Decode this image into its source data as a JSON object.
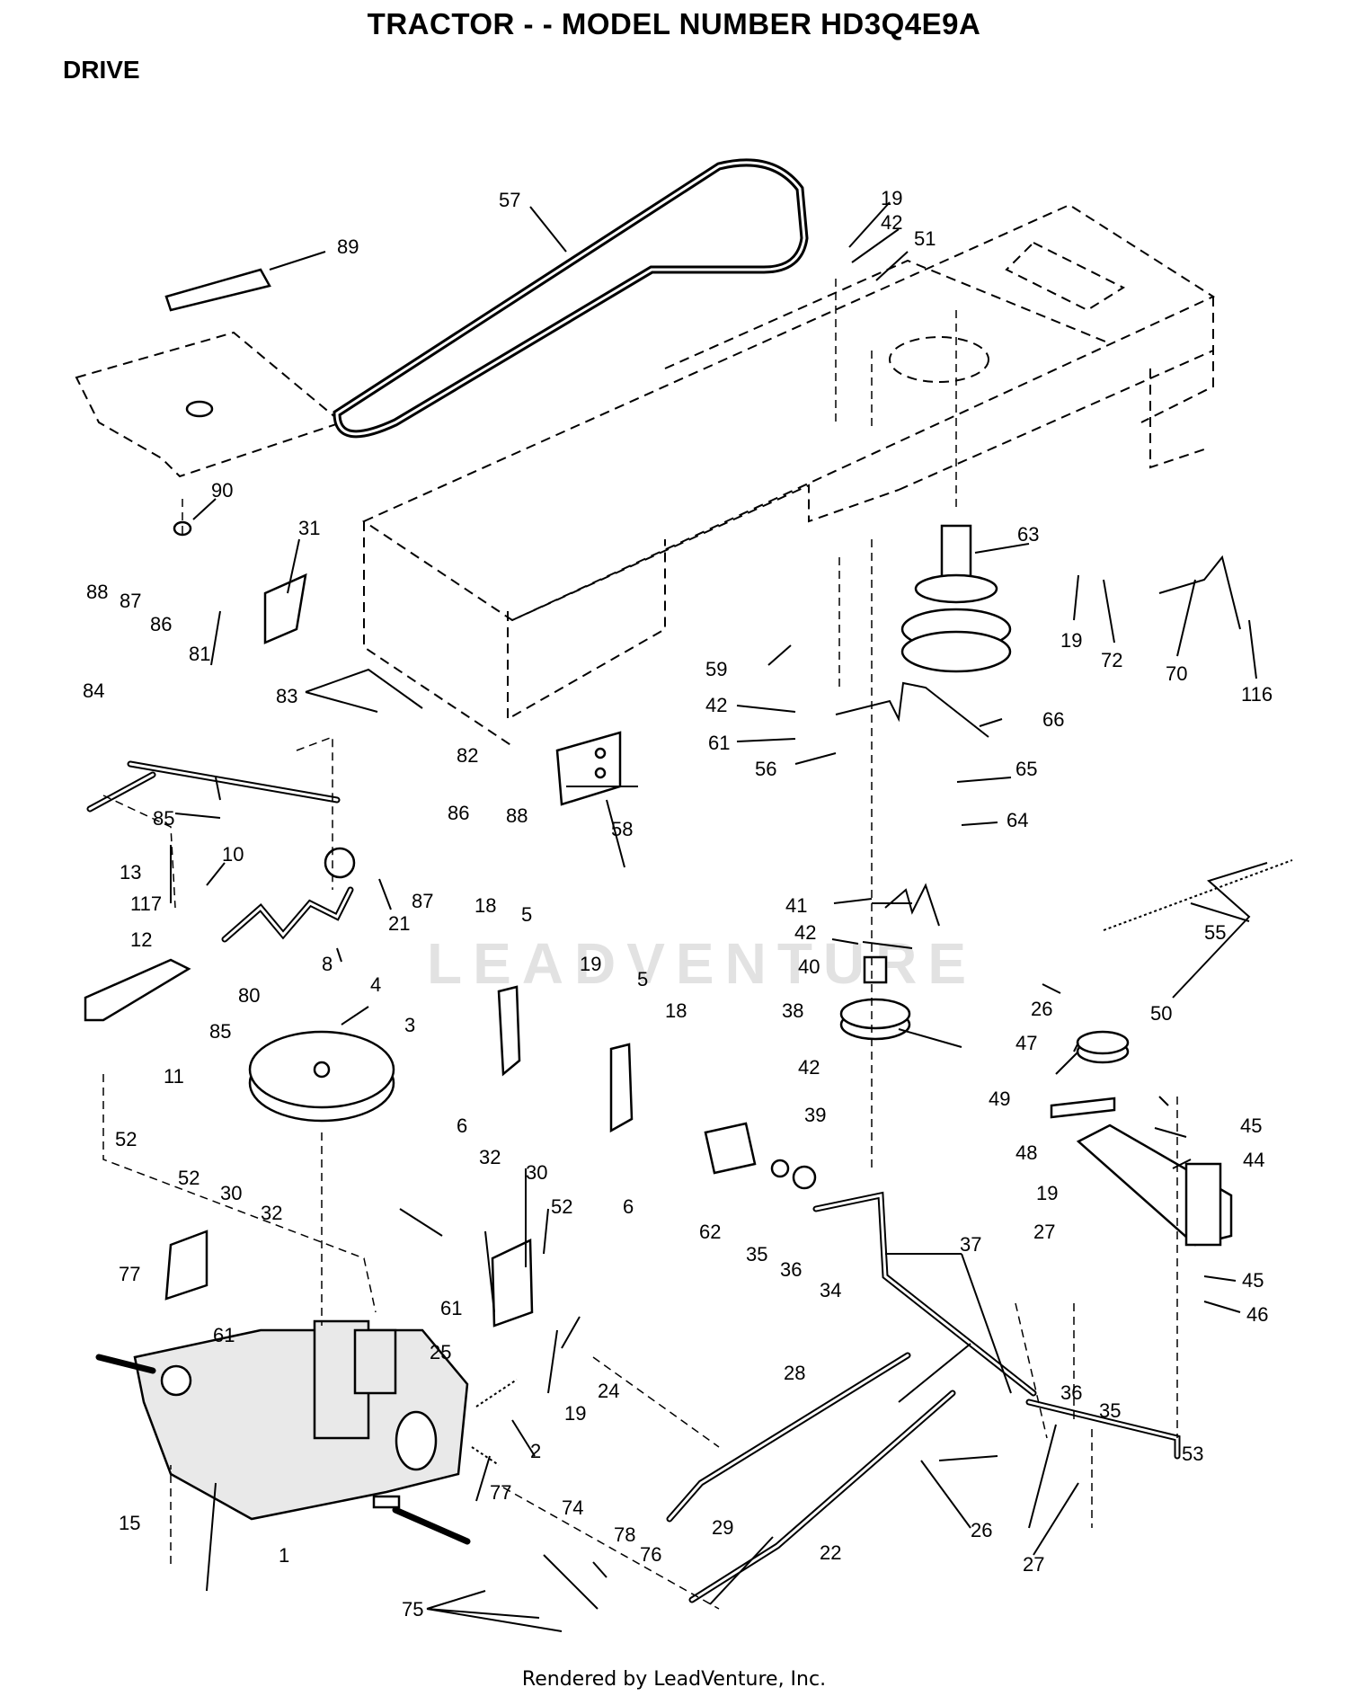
{
  "header": {
    "title": "TRACTOR - - MODEL NUMBER HD3Q4E9A",
    "section": "DRIVE"
  },
  "watermark": "LEADVENTURE",
  "footer": {
    "text": "Rendered by LeadVenture, Inc."
  },
  "callouts": [
    "57",
    "89",
    "90",
    "19",
    "42",
    "51",
    "63",
    "31",
    "19",
    "72",
    "70",
    "116",
    "88",
    "87",
    "86",
    "81",
    "83",
    "82",
    "59",
    "42",
    "61",
    "66",
    "56",
    "65",
    "64",
    "84",
    "85",
    "86",
    "88",
    "87",
    "58",
    "10",
    "21",
    "13",
    "117",
    "12",
    "8",
    "80",
    "85",
    "4",
    "11",
    "3",
    "18",
    "5",
    "19",
    "5",
    "18",
    "6",
    "6",
    "41",
    "42",
    "40",
    "55",
    "38",
    "42",
    "39",
    "26",
    "50",
    "47",
    "49",
    "45",
    "44",
    "48",
    "19",
    "27",
    "45",
    "46",
    "52",
    "52",
    "30",
    "32",
    "32",
    "30",
    "52",
    "77",
    "61",
    "61",
    "62",
    "35",
    "36",
    "34",
    "37",
    "25",
    "24",
    "19",
    "28",
    "36",
    "35",
    "2",
    "53",
    "77",
    "29",
    "74",
    "78",
    "76",
    "22",
    "15",
    "1",
    "75",
    "26",
    "27"
  ]
}
